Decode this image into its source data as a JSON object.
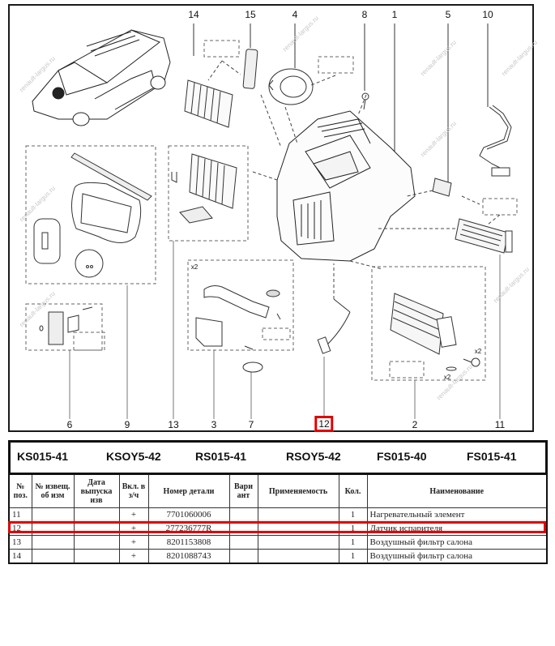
{
  "diagram": {
    "callouts_top": [
      "14",
      "15",
      "4",
      "8",
      "1",
      "5",
      "10"
    ],
    "callouts_bottom": [
      "6",
      "9",
      "13",
      "3",
      "7",
      "12",
      "2",
      "11"
    ],
    "highlighted_callout": "12",
    "quantity_marks": [
      "x2",
      "x2",
      "x2"
    ],
    "watermark": "renault-largus.ru",
    "highlight_color": "#e00000"
  },
  "models": [
    "KS015-41",
    "KSOY5-42",
    "RS015-41",
    "RSOY5-42",
    "FS015-40",
    "FS015-41"
  ],
  "table": {
    "headers": [
      "№ поз.",
      "№ извещ. об изм",
      "Дата выпуска изв",
      "Вкл. в з/ч",
      "Номер детали",
      "Вари ант",
      "Применяемость",
      "Кол.",
      "Наименование"
    ],
    "rows": [
      {
        "pos": "11",
        "notice": "",
        "date": "",
        "incl": "+",
        "part": "7701060006",
        "variant": "",
        "applic": "",
        "qty": "1",
        "name": "Нагревательный элемент"
      },
      {
        "pos": "12",
        "notice": "",
        "date": "",
        "incl": "+",
        "part": "277236777R",
        "variant": "",
        "applic": "",
        "qty": "1",
        "name": "Датчик испарителя",
        "highlighted": true
      },
      {
        "pos": "13",
        "notice": "",
        "date": "",
        "incl": "+",
        "part": "8201153808",
        "variant": "",
        "applic": "",
        "qty": "1",
        "name": "Воздушный фильтр салона"
      },
      {
        "pos": "14",
        "notice": "",
        "date": "",
        "incl": "+",
        "part": "8201088743",
        "variant": "",
        "applic": "",
        "qty": "1",
        "name": "Воздушный фильтр салона"
      }
    ]
  }
}
